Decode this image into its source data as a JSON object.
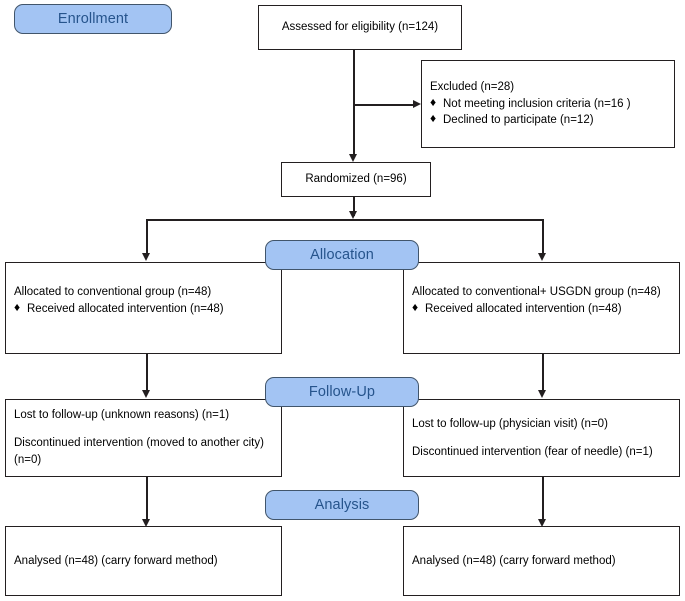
{
  "diagram": {
    "title": "CONSORT participant flow diagram",
    "accent_badge_fill": "#a3c4f3",
    "accent_badge_text": "#26548c",
    "line_color": "#231f20"
  },
  "stages": {
    "enrollment": "Enrollment",
    "allocation": "Allocation",
    "follow_up": "Follow-Up",
    "analysis": "Analysis"
  },
  "enrollment": {
    "assessed": "Assessed for eligibility (n=124)",
    "excluded_title": "Excluded (n=28)",
    "excluded_reasons": [
      "Not meeting inclusion criteria (n=16 )",
      "Declined to participate (n=12)"
    ],
    "randomized": "Randomized (n=96)"
  },
  "allocation": {
    "left": {
      "headline": "Allocated to conventional group (n=48)",
      "bullets": [
        "Received allocated intervention (n=48)"
      ]
    },
    "right": {
      "headline": "Allocated to conventional+ USGDN group (n=48)",
      "bullets": [
        "Received allocated intervention (n=48)"
      ]
    }
  },
  "follow_up": {
    "left": {
      "lost": "Lost to follow-up (unknown reasons) (n=1)",
      "discontinued": "Discontinued intervention (moved to another city) (n=0)"
    },
    "right": {
      "lost": "Lost to follow-up (physician visit) (n=0)",
      "discontinued": "Discontinued intervention (fear of needle) (n=1)"
    }
  },
  "analysis": {
    "left": "Analysed (n=48) (carry forward method)",
    "right": "Analysed (n=48) (carry forward method)"
  },
  "icons": {
    "bullet_glyph": "♦"
  }
}
